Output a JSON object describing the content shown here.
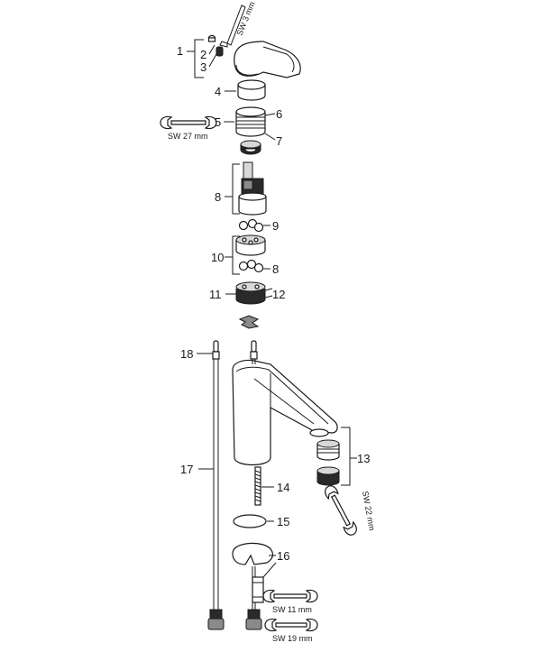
{
  "callouts": {
    "c1": "1",
    "c2": "2",
    "c3": "3",
    "c4": "4",
    "c5": "5",
    "c6": "6",
    "c7": "7",
    "c8a": "8",
    "c9": "9",
    "c10": "10",
    "c8b": "8",
    "c11": "11",
    "c12": "12",
    "c13": "13",
    "c14": "14",
    "c15": "15",
    "c16": "16",
    "c17": "17",
    "c18": "18"
  },
  "tools": {
    "hex_key": "SW 3 mm",
    "wrench_27": "SW 27 mm",
    "wrench_22": "SW 22 mm",
    "wrench_11": "SW 11 mm",
    "wrench_19": "SW 19 mm"
  },
  "colors": {
    "line": "#1a1a1a",
    "dark_fill": "#2a2a2a",
    "mid_fill": "#8a8a8a",
    "light_fill": "#d8d8d8"
  }
}
